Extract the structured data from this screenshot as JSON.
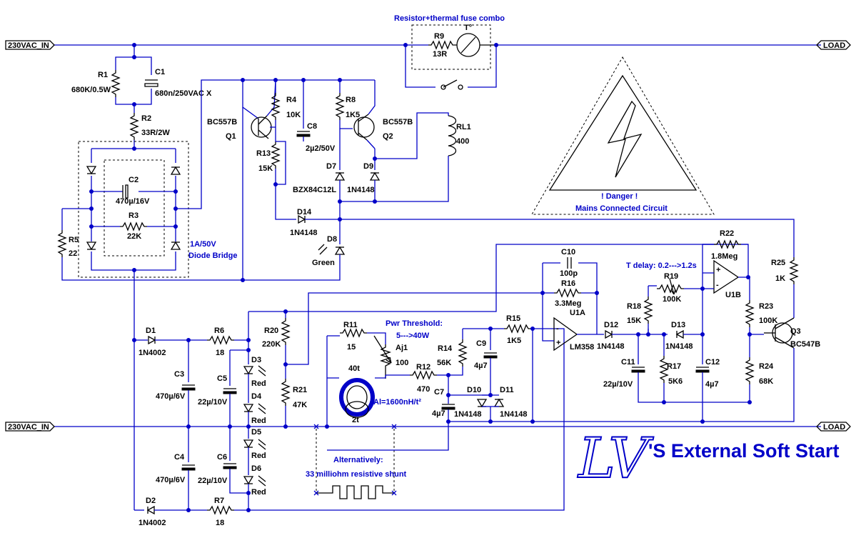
{
  "ports": {
    "in_top": "230VAC_IN",
    "in_bot": "230VAC_IN",
    "load_top": "LOAD",
    "load_bot": "LOAD"
  },
  "notes": {
    "resistor_fuse": "Resistor+thermal fuse combo",
    "danger": "! Danger !",
    "mains": "Mains Connected Circuit",
    "bridge_1": "1A/50V",
    "bridge_2": "Diode Bridge",
    "pwr_thr": "Pwr Threshold:",
    "pwr_range": "5--->40W",
    "tdelay": "T delay: 0.2--->1.2s",
    "al": "Al=1600nH/t²",
    "alt1": "Alternatively:",
    "alt2": "33 milliohm resistive shunt",
    "turns1": "40t",
    "turns2": "2t",
    "tfuse": "T°"
  },
  "title": "'S External Soft Start",
  "logo": "LV",
  "components": {
    "R9": {
      "ref": "R9",
      "val": "13R"
    },
    "R1": {
      "ref": "R1",
      "val": "680K/0.5W"
    },
    "C1": {
      "ref": "C1",
      "val": "680n/250VAC X"
    },
    "R2": {
      "ref": "R2",
      "val": "33R/2W"
    },
    "C2": {
      "ref": "C2",
      "val": "470µ/16V"
    },
    "R3": {
      "ref": "R3",
      "val": "22K"
    },
    "R5": {
      "ref": "R5",
      "val": "22"
    },
    "Q1": {
      "ref": "Q1",
      "val": "BC557B"
    },
    "R4": {
      "ref": "R4",
      "val": "10K"
    },
    "R13": {
      "ref": "R13",
      "val": "15K"
    },
    "C8": {
      "ref": "C8",
      "val": "2µ2/50V"
    },
    "R8": {
      "ref": "R8",
      "val": "1K5"
    },
    "Q2": {
      "ref": "Q2",
      "val": "BC557B"
    },
    "D7": {
      "ref": "D7",
      "val": "BZX84C12L"
    },
    "D9": {
      "ref": "D9",
      "val": "1N4148"
    },
    "RL1": {
      "ref": "RL1",
      "val": "400"
    },
    "D14": {
      "ref": "D14",
      "val": "1N4148"
    },
    "D8": {
      "ref": "D8",
      "val": "Green"
    },
    "R22": {
      "ref": "R22",
      "val": "1.8Meg"
    },
    "C10": {
      "ref": "C10",
      "val": "100p"
    },
    "R16": {
      "ref": "R16",
      "val": "3.3Meg"
    },
    "R25": {
      "ref": "R25",
      "val": "1K"
    },
    "R19": {
      "ref": "R19",
      "val": "100K"
    },
    "U1B": {
      "ref": "U1B",
      "val": ""
    },
    "R18": {
      "ref": "R18",
      "val": "15K"
    },
    "R23": {
      "ref": "R23",
      "val": "100K"
    },
    "Q3": {
      "ref": "Q3",
      "val": "BC547B"
    },
    "U1A": {
      "ref": "U1A",
      "val": "LM358"
    },
    "D12": {
      "ref": "D12",
      "val": "1N4148"
    },
    "D13": {
      "ref": "D13",
      "val": "1N4148"
    },
    "C11": {
      "ref": "C11",
      "val": "22µ/10V"
    },
    "R17": {
      "ref": "R17",
      "val": "5K6"
    },
    "C12": {
      "ref": "C12",
      "val": "4µ7"
    },
    "R24": {
      "ref": "R24",
      "val": "68K"
    },
    "R20": {
      "ref": "R20",
      "val": "220K"
    },
    "R21": {
      "ref": "R21",
      "val": "47K"
    },
    "R11": {
      "ref": "R11",
      "val": "15"
    },
    "Aj1": {
      "ref": "Aj1",
      "val": "100"
    },
    "R12": {
      "ref": "R12",
      "val": "470"
    },
    "R14": {
      "ref": "R14",
      "val": "56K"
    },
    "C9": {
      "ref": "C9",
      "val": "4µ7"
    },
    "R15": {
      "ref": "R15",
      "val": "1K5"
    },
    "C7": {
      "ref": "C7",
      "val": "4µ7"
    },
    "D10": {
      "ref": "D10",
      "val": "1N4148"
    },
    "D11": {
      "ref": "D11",
      "val": "1N4148"
    },
    "D1": {
      "ref": "D1",
      "val": "1N4002"
    },
    "D2": {
      "ref": "D2",
      "val": "1N4002"
    },
    "R6": {
      "ref": "R6",
      "val": "18"
    },
    "R7": {
      "ref": "R7",
      "val": "18"
    },
    "C3": {
      "ref": "C3",
      "val": "470µ/6V"
    },
    "C4": {
      "ref": "C4",
      "val": "470µ/6V"
    },
    "C5": {
      "ref": "C5",
      "val": "22µ/10V"
    },
    "C6": {
      "ref": "C6",
      "val": "22µ/10V"
    },
    "D3": {
      "ref": "D3",
      "val": "Red"
    },
    "D4": {
      "ref": "D4",
      "val": "Red"
    },
    "D5": {
      "ref": "D5",
      "val": "Red"
    },
    "D6": {
      "ref": "D6",
      "val": "Red"
    }
  }
}
